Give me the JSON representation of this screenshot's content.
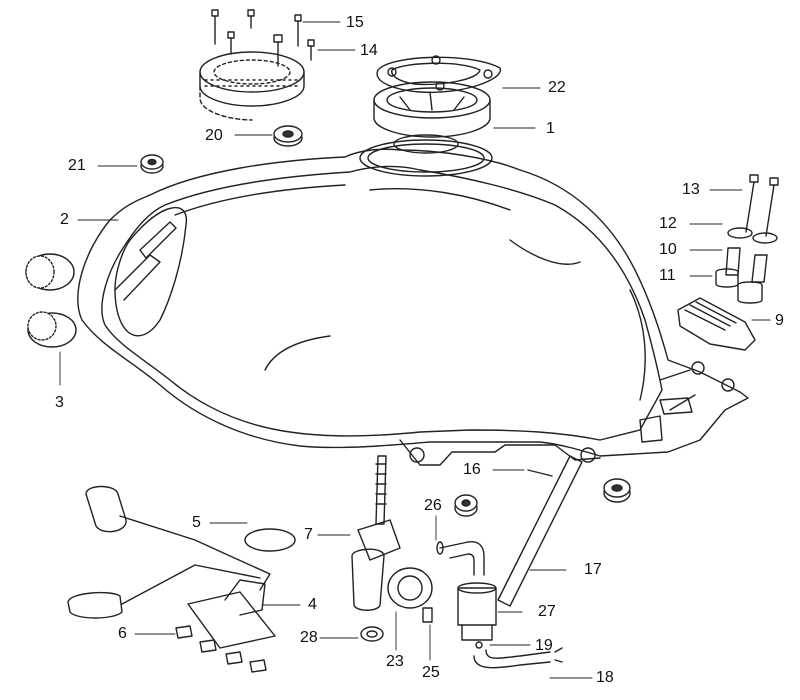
{
  "diagram": {
    "colors": {
      "stroke": "#222222",
      "background": "#ffffff",
      "shade": "#555555"
    },
    "callouts": [
      {
        "id": "c15",
        "label": "15"
      },
      {
        "id": "c14",
        "label": "14"
      },
      {
        "id": "c22",
        "label": "22"
      },
      {
        "id": "c1",
        "label": "1"
      },
      {
        "id": "c20",
        "label": "20"
      },
      {
        "id": "c21",
        "label": "21"
      },
      {
        "id": "c2",
        "label": "2"
      },
      {
        "id": "c3",
        "label": "3"
      },
      {
        "id": "c13",
        "label": "13"
      },
      {
        "id": "c12",
        "label": "12"
      },
      {
        "id": "c10",
        "label": "10"
      },
      {
        "id": "c11",
        "label": "11"
      },
      {
        "id": "c9",
        "label": "9"
      },
      {
        "id": "c16",
        "label": "16"
      },
      {
        "id": "c26",
        "label": "26"
      },
      {
        "id": "c17",
        "label": "17"
      },
      {
        "id": "c27",
        "label": "27"
      },
      {
        "id": "c19",
        "label": "19"
      },
      {
        "id": "c18",
        "label": "18"
      },
      {
        "id": "c5",
        "label": "5"
      },
      {
        "id": "c7",
        "label": "7"
      },
      {
        "id": "c4",
        "label": "4"
      },
      {
        "id": "c6",
        "label": "6"
      },
      {
        "id": "c28",
        "label": "28"
      },
      {
        "id": "c23",
        "label": "23"
      },
      {
        "id": "c25",
        "label": "25"
      }
    ]
  }
}
